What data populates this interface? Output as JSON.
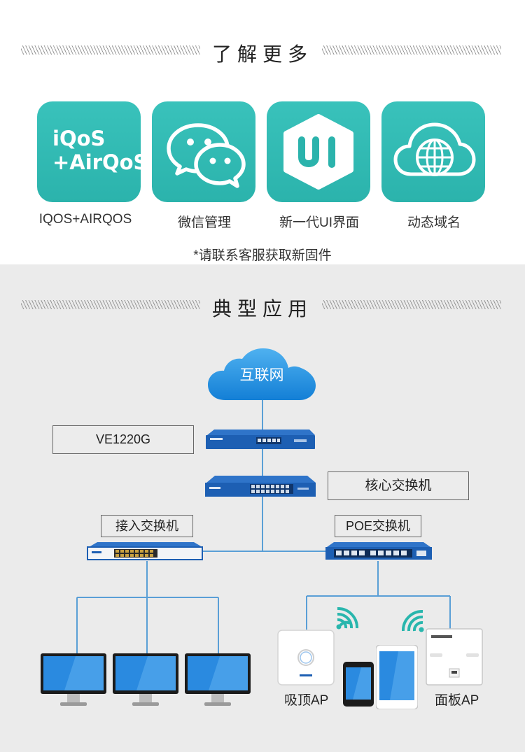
{
  "more_section": {
    "heading": "了解更多",
    "tile_text": [
      "iQoS",
      "+AirQoS"
    ],
    "features": [
      {
        "label": "IQOS+AIRQOS",
        "icon": "qos-text-icon"
      },
      {
        "label": "微信管理",
        "icon": "wechat-icon"
      },
      {
        "label": "新一代UI界面",
        "icon": "ui-hexagon-icon"
      },
      {
        "label": "动态域名",
        "icon": "cloud-globe-icon"
      }
    ],
    "note": "*请联系客服获取新固件"
  },
  "application_section": {
    "heading": "典型应用",
    "internet_label": "互联网",
    "router_label": "VE1220G",
    "core_switch_label": "核心交换机",
    "access_switch_label": "接入交换机",
    "poe_switch_label": "POE交换机",
    "ceiling_ap_label": "吸顶AP",
    "panel_ap_label": "面板AP"
  },
  "colors": {
    "teal_tile": "#2bb3ac",
    "cloud_blue": "#1a8fe0",
    "device_blue": "#1d5fb3",
    "line_blue": "#5a9fd6",
    "wifi_teal": "#29b6ad"
  }
}
